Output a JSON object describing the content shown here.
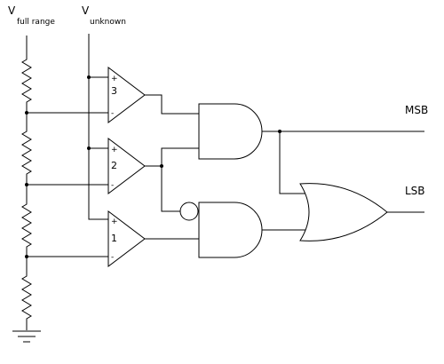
{
  "labels": {
    "v_full_main": "V",
    "v_full_sub": "full range",
    "v_unknown_main": "V",
    "v_unknown_sub": "unknown",
    "msb": "MSB",
    "lsb": "LSB"
  },
  "comparators": [
    {
      "number": "3",
      "plus": "+",
      "minus": "-"
    },
    {
      "number": "2",
      "plus": "+",
      "minus": "-"
    },
    {
      "number": "1",
      "plus": "+",
      "minus": "-"
    }
  ]
}
